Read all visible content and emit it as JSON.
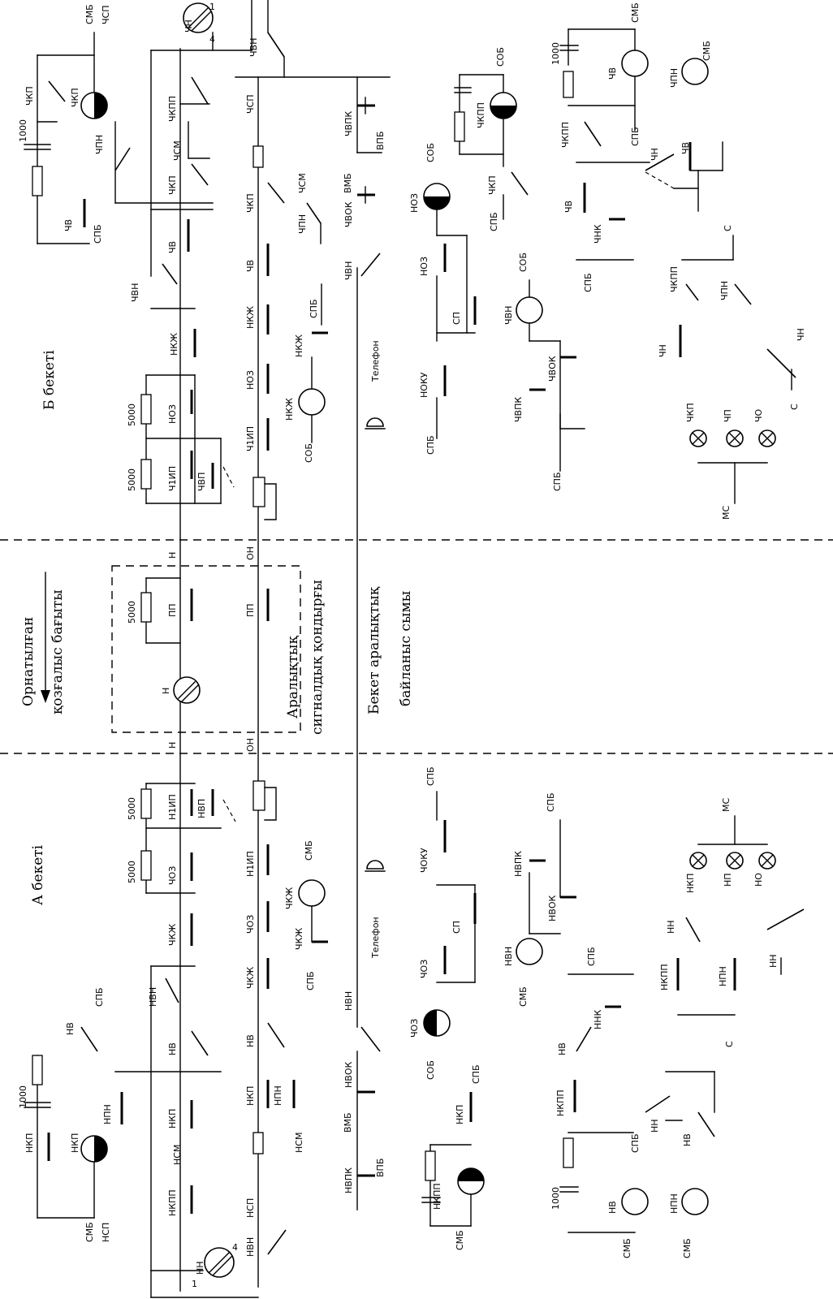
{
  "regions": {
    "station_b": "Б бекеті",
    "station_a": "А бекеті",
    "direction_set_1": "Орнатылған",
    "direction_set_2": "қозғалыс бағыты",
    "interstation_1": "Аралықтық",
    "interstation_2": "сигналдық қондырғы",
    "link_1": "Бекет аралықтық",
    "link_2": "байланыс сымы"
  },
  "numbers": {
    "r5000": "5000",
    "r1000": "1000",
    "t1": "1",
    "t4": "4"
  },
  "line": {
    "n": "Н",
    "on": "ОН",
    "phone": "Телефон"
  },
  "power": {
    "smb": "СМБ",
    "sob": "СОБ",
    "spb": "СПБ",
    "vpb": "ВПБ",
    "vmb": "ВМБ",
    "ms": "МС",
    "s": "С"
  },
  "b": {
    "chn": "ЧН",
    "chkp": "ЧКП",
    "chkpp": "ЧКПП",
    "chv": "ЧВ",
    "chpn": "ЧПН",
    "chvn": "ЧВН",
    "chsm": "ЧСМ",
    "chsp": "ЧСП",
    "nkzh": "НКЖ",
    "noz": "НОЗ",
    "ch1ip": "Ч1ИП",
    "chvp": "ЧВП",
    "chvpk": "ЧВПК",
    "chvok": "ЧВОК",
    "chnk": "ЧНК",
    "sp": "СП",
    "noku": "НОКУ",
    "chp": "ЧП",
    "cho": "ЧО",
    "chkp_lamp": "ЧКП"
  },
  "mid": {
    "pp": "ПП",
    "n": "Н"
  },
  "a": {
    "nn": "НН",
    "nkp": "НКП",
    "nkpp": "НКПП",
    "nv": "НВ",
    "npn": "НПН",
    "nvn": "НВН",
    "nsm": "НСМ",
    "nsp": "НСП",
    "chkzh": "ЧКЖ",
    "choz": "ЧОЗ",
    "n1ip": "Н1ИП",
    "nvp": "НВП",
    "nvpk": "НВПК",
    "nvok": "НВОК",
    "nnk": "ННК",
    "sp": "СП",
    "choku": "ЧОКУ",
    "np": "НП",
    "no": "НО"
  }
}
